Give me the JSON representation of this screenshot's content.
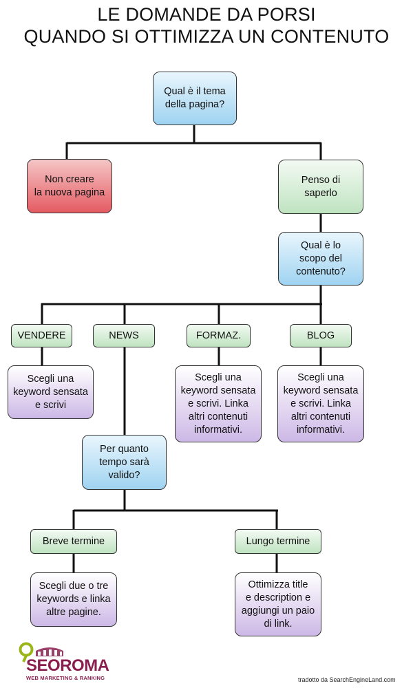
{
  "title": {
    "line1": "LE DOMANDE DA PORSI",
    "line2": "QUANDO SI OTTIMIZZA UN CONTENUTO"
  },
  "nodes": {
    "q_theme": "Qual è il tema\ndella pagina?",
    "no_create": "Non creare\nla nuova pagina",
    "think_know": "Penso di\nsaperlo",
    "q_scope": "Qual è lo\nscopo del\ncontenuto?",
    "vendere": "VENDERE",
    "news": "NEWS",
    "formaz": "FORMAZ.",
    "blog": "BLOG",
    "vendere_action": "Scegli una\nkeyword sensata\ne scrivi",
    "formaz_action": "Scegli una\nkeyword sensata\ne scrivi. Linka\naltri contenuti\ninformativi.",
    "blog_action": "Scegli una\nkeyword sensata\ne scrivi. Linka\naltri contenuti\ninformativi.",
    "q_time": "Per quanto\ntempo sarà\nvalido?",
    "short_term": "Breve termine",
    "long_term": "Lungo termine",
    "short_action": "Scegli due o tre\nkeywords e linka\naltre pagine.",
    "long_action": "Ottimizza title\ne description e\naggiungi un paio\ndi link."
  },
  "logo": {
    "text": "SEOROMA",
    "tagline": "WEB MARKETING & RANKING"
  },
  "credit": "tradotto da SearchEngineLand.com"
}
